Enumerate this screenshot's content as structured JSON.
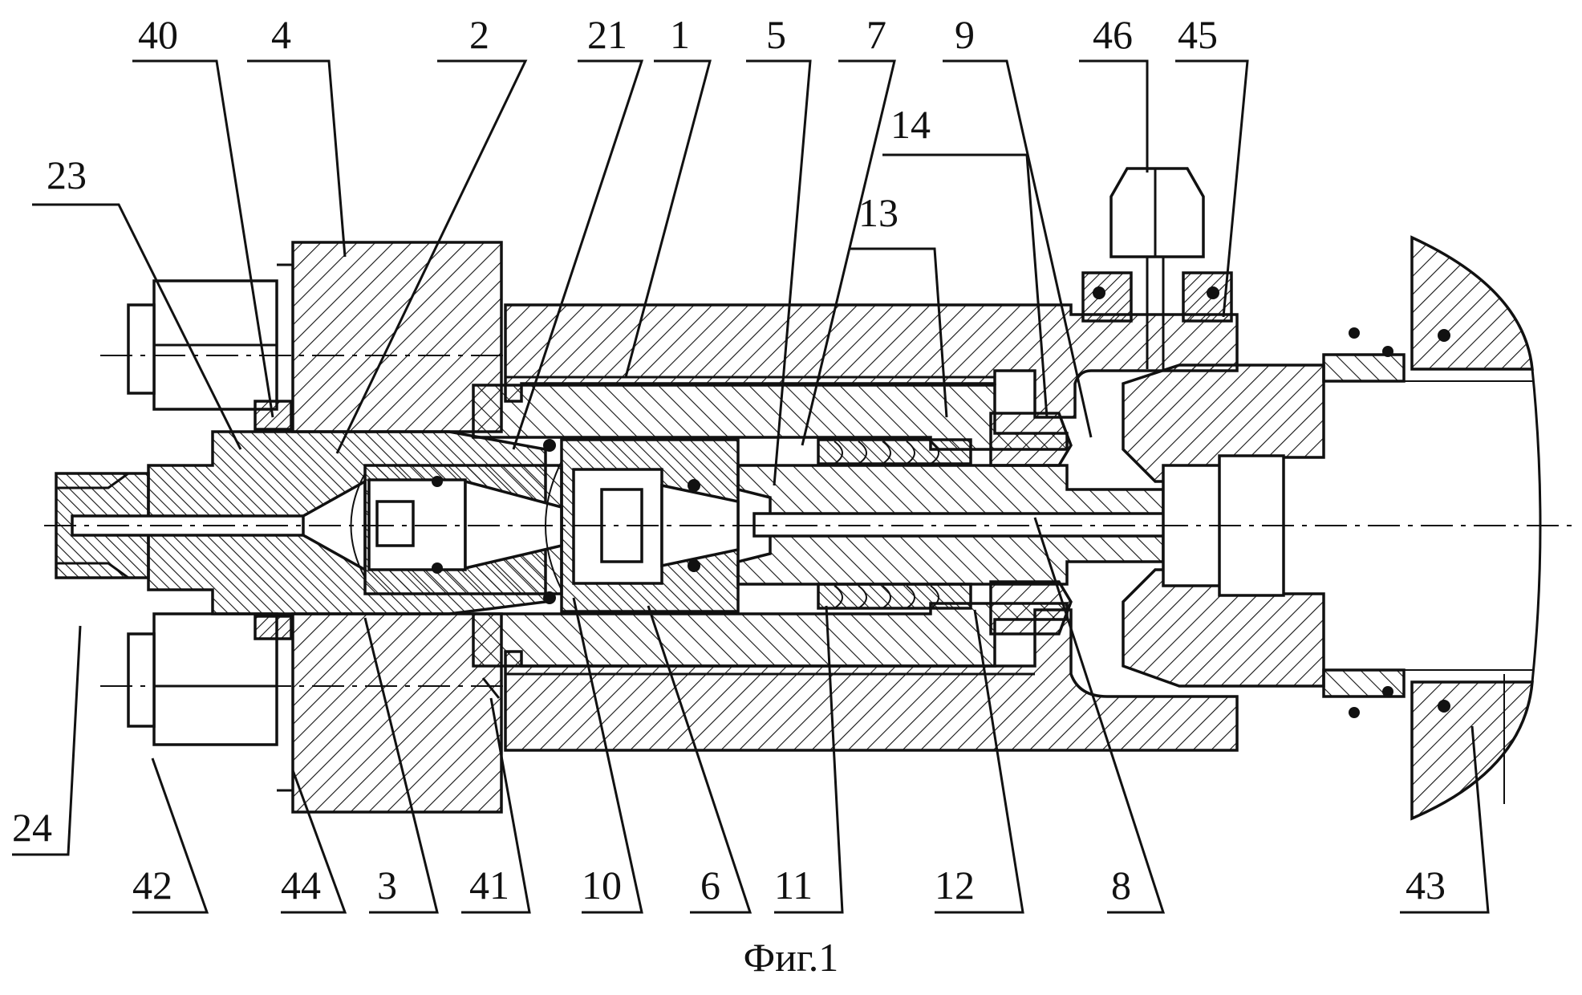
{
  "figure": {
    "caption": "Фиг.1",
    "part_numbers": [
      {
        "id": "40",
        "text": "40"
      },
      {
        "id": "4",
        "text": "4"
      },
      {
        "id": "2",
        "text": "2"
      },
      {
        "id": "21",
        "text": "21"
      },
      {
        "id": "1",
        "text": "1"
      },
      {
        "id": "5",
        "text": "5"
      },
      {
        "id": "7",
        "text": "7"
      },
      {
        "id": "9",
        "text": "9"
      },
      {
        "id": "46",
        "text": "46"
      },
      {
        "id": "45",
        "text": "45"
      },
      {
        "id": "14",
        "text": "14"
      },
      {
        "id": "13",
        "text": "13"
      },
      {
        "id": "23",
        "text": "23"
      },
      {
        "id": "24",
        "text": "24"
      },
      {
        "id": "42",
        "text": "42"
      },
      {
        "id": "44",
        "text": "44"
      },
      {
        "id": "3",
        "text": "3"
      },
      {
        "id": "41",
        "text": "41"
      },
      {
        "id": "10",
        "text": "10"
      },
      {
        "id": "6",
        "text": "6"
      },
      {
        "id": "11",
        "text": "11"
      },
      {
        "id": "12",
        "text": "12"
      },
      {
        "id": "8",
        "text": "8"
      },
      {
        "id": "43",
        "text": "43"
      }
    ]
  }
}
